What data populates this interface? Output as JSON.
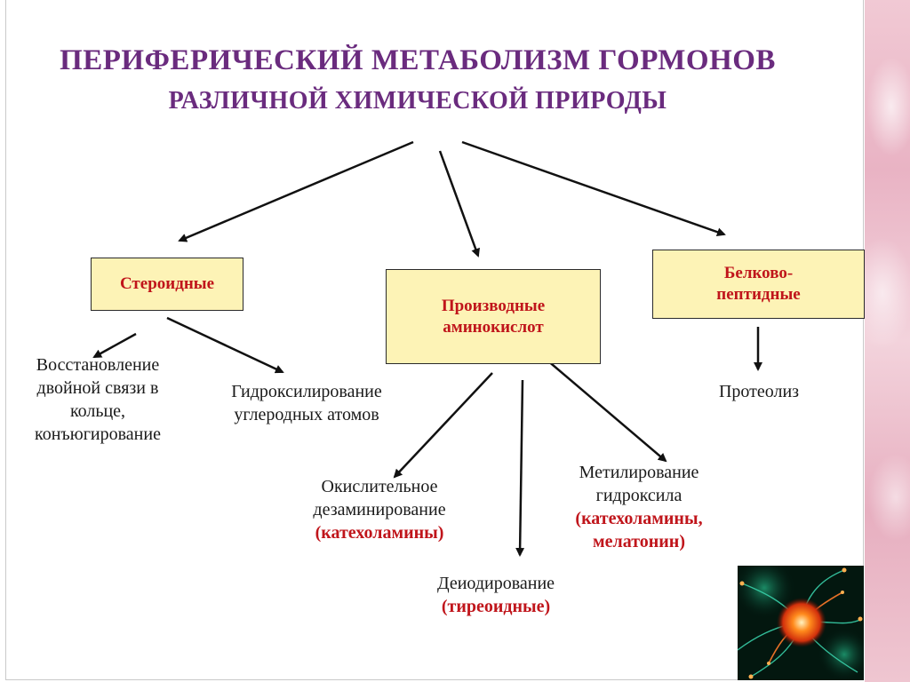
{
  "title": {
    "line1": "ПЕРИФЕРИЧЕСКИЙ МЕТАБОЛИЗМ ГОРМОНОВ",
    "line2": "РАЗЛИЧНОЙ ХИМИЧЕСКОЙ ПРИРОДЫ"
  },
  "categories": {
    "steroid": "Стероидные",
    "amino": "Производные аминокислот",
    "protein": "Белково-пептидные"
  },
  "processes": {
    "reduction": "Восстановление двойной связи в кольце, конъюгирование",
    "hydroxylation": "Гидроксилирование углеродных атомов",
    "oxidative": "Окислительное дезаминирование",
    "oxidative_note": "(катехоламины)",
    "deiodination": "Деиодирование",
    "deiodination_note": "(тиреоидные)",
    "methylation": "Метилирование гидроксила",
    "methylation_note": "(катехоламины, мелатонин)",
    "proteolysis": "Протеолиз"
  },
  "colors": {
    "title": "#6a2b7e",
    "box_fill": "#fdf3b6",
    "box_text": "#c0151b",
    "note_text": "#c0151b"
  },
  "images": {
    "corner": "neuron-illustration",
    "side": "floral-background"
  }
}
